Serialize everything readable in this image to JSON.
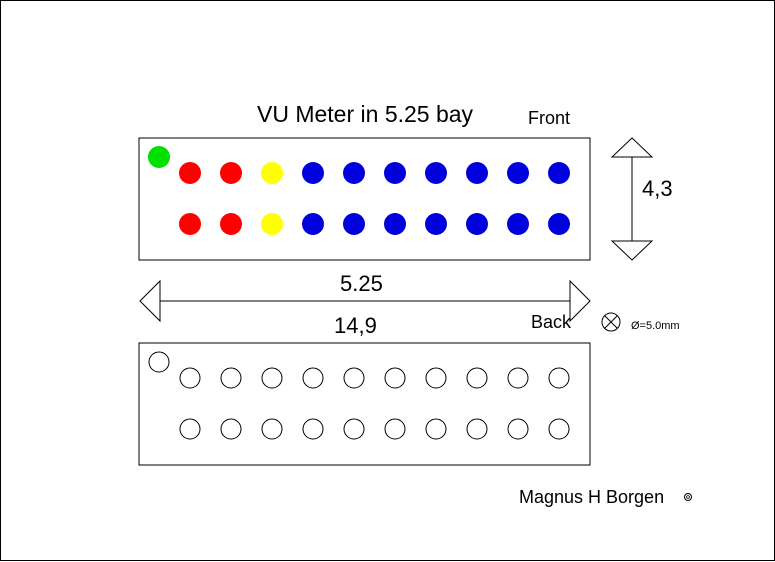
{
  "title": "VU Meter in 5.25 bay",
  "front_label": "Front",
  "back_label": "Back",
  "height_label": "4,3",
  "width_label": "5.25",
  "width_cm_label": "14,9",
  "hole_note": "Ø=5.0mm",
  "author": "Magnus H Borgen",
  "copyright_symbol": "©",
  "colors": {
    "green": "#00e000",
    "red": "#ff0000",
    "yellow": "#ffff00",
    "blue": "#0000dd",
    "outline": "#000000"
  },
  "front_rows": [
    [
      "red",
      "red",
      "yellow",
      "blue",
      "blue",
      "blue",
      "blue",
      "blue",
      "blue",
      "blue"
    ],
    [
      "red",
      "red",
      "yellow",
      "blue",
      "blue",
      "blue",
      "blue",
      "blue",
      "blue",
      "blue"
    ]
  ],
  "power_led": "green",
  "back_hole_count_per_row": 10
}
